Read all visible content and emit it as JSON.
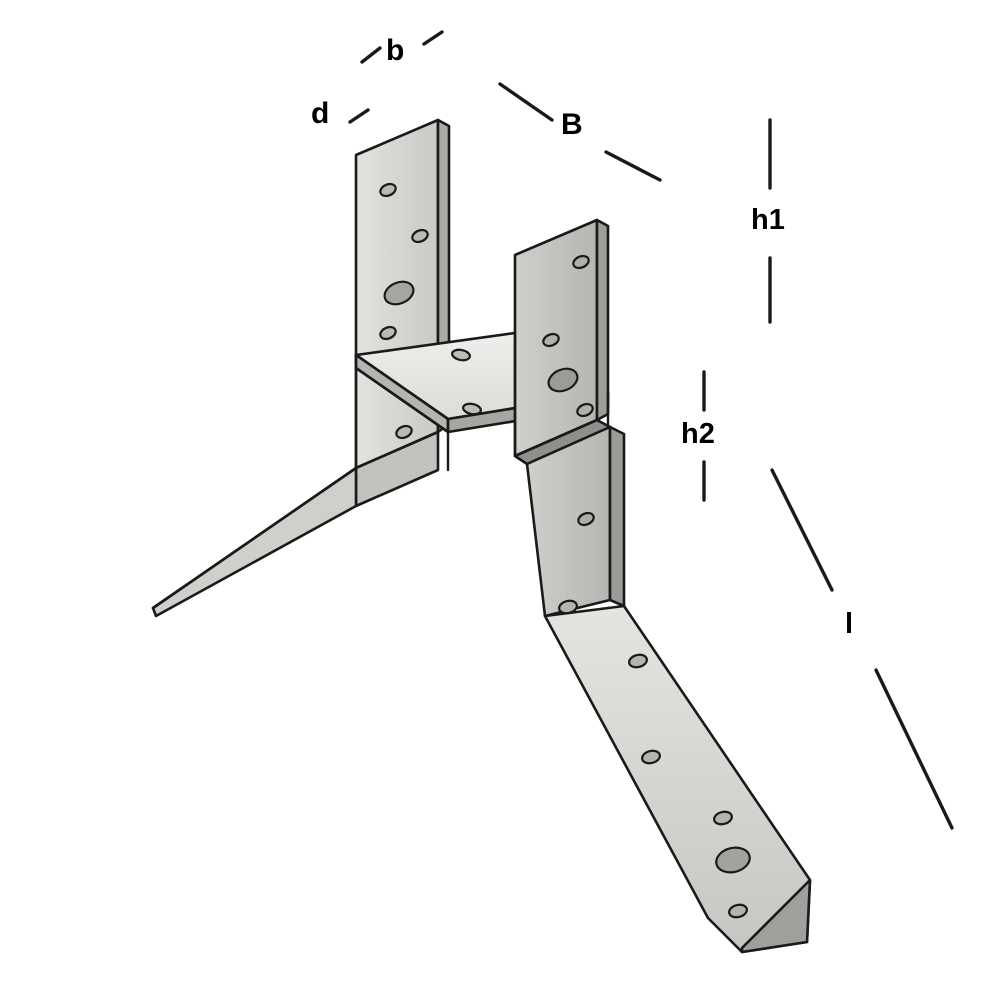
{
  "diagram": {
    "title": "Post base / column support bracket technical drawing",
    "background_color": "#ffffff",
    "line_color": "#1a1a1a",
    "metal_light": "#e8e8e6",
    "metal_mid": "#d5d5d2",
    "metal_dark": "#bdbdba",
    "metal_shadow": "#a9a9a6",
    "labels": {
      "b": "b",
      "d": "d",
      "B": "B",
      "h1": "h1",
      "h2": "h2",
      "l": "l"
    }
  }
}
